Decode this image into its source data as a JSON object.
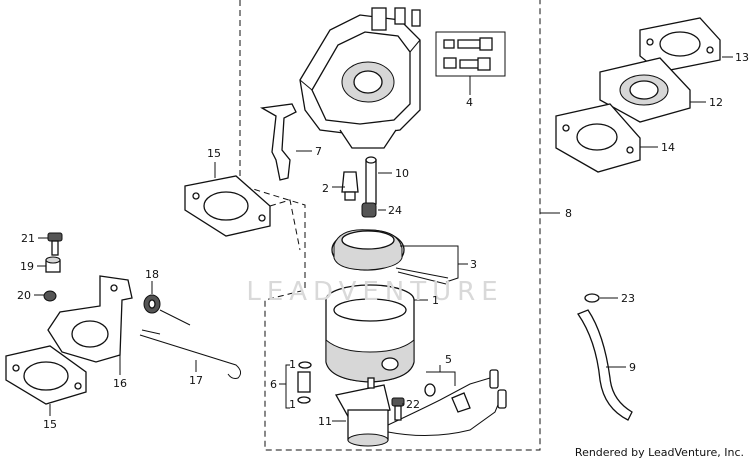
{
  "watermark": "LEADVENTURE",
  "credit": "Rendered by LeadVenture, Inc.",
  "callouts": {
    "c1a": "1",
    "c1b": "1",
    "c1c": "1",
    "c2": "2",
    "c3": "3",
    "c4": "4",
    "c5": "5",
    "c6": "6",
    "c7": "7",
    "c8": "8",
    "c9": "9",
    "c10": "10",
    "c11": "11",
    "c12": "12",
    "c13": "13",
    "c14": "14",
    "c15a": "15",
    "c15b": "15",
    "c16": "16",
    "c17": "17",
    "c18": "18",
    "c19": "19",
    "c20": "20",
    "c21": "21",
    "c22": "22",
    "c23": "23",
    "c24": "24"
  }
}
